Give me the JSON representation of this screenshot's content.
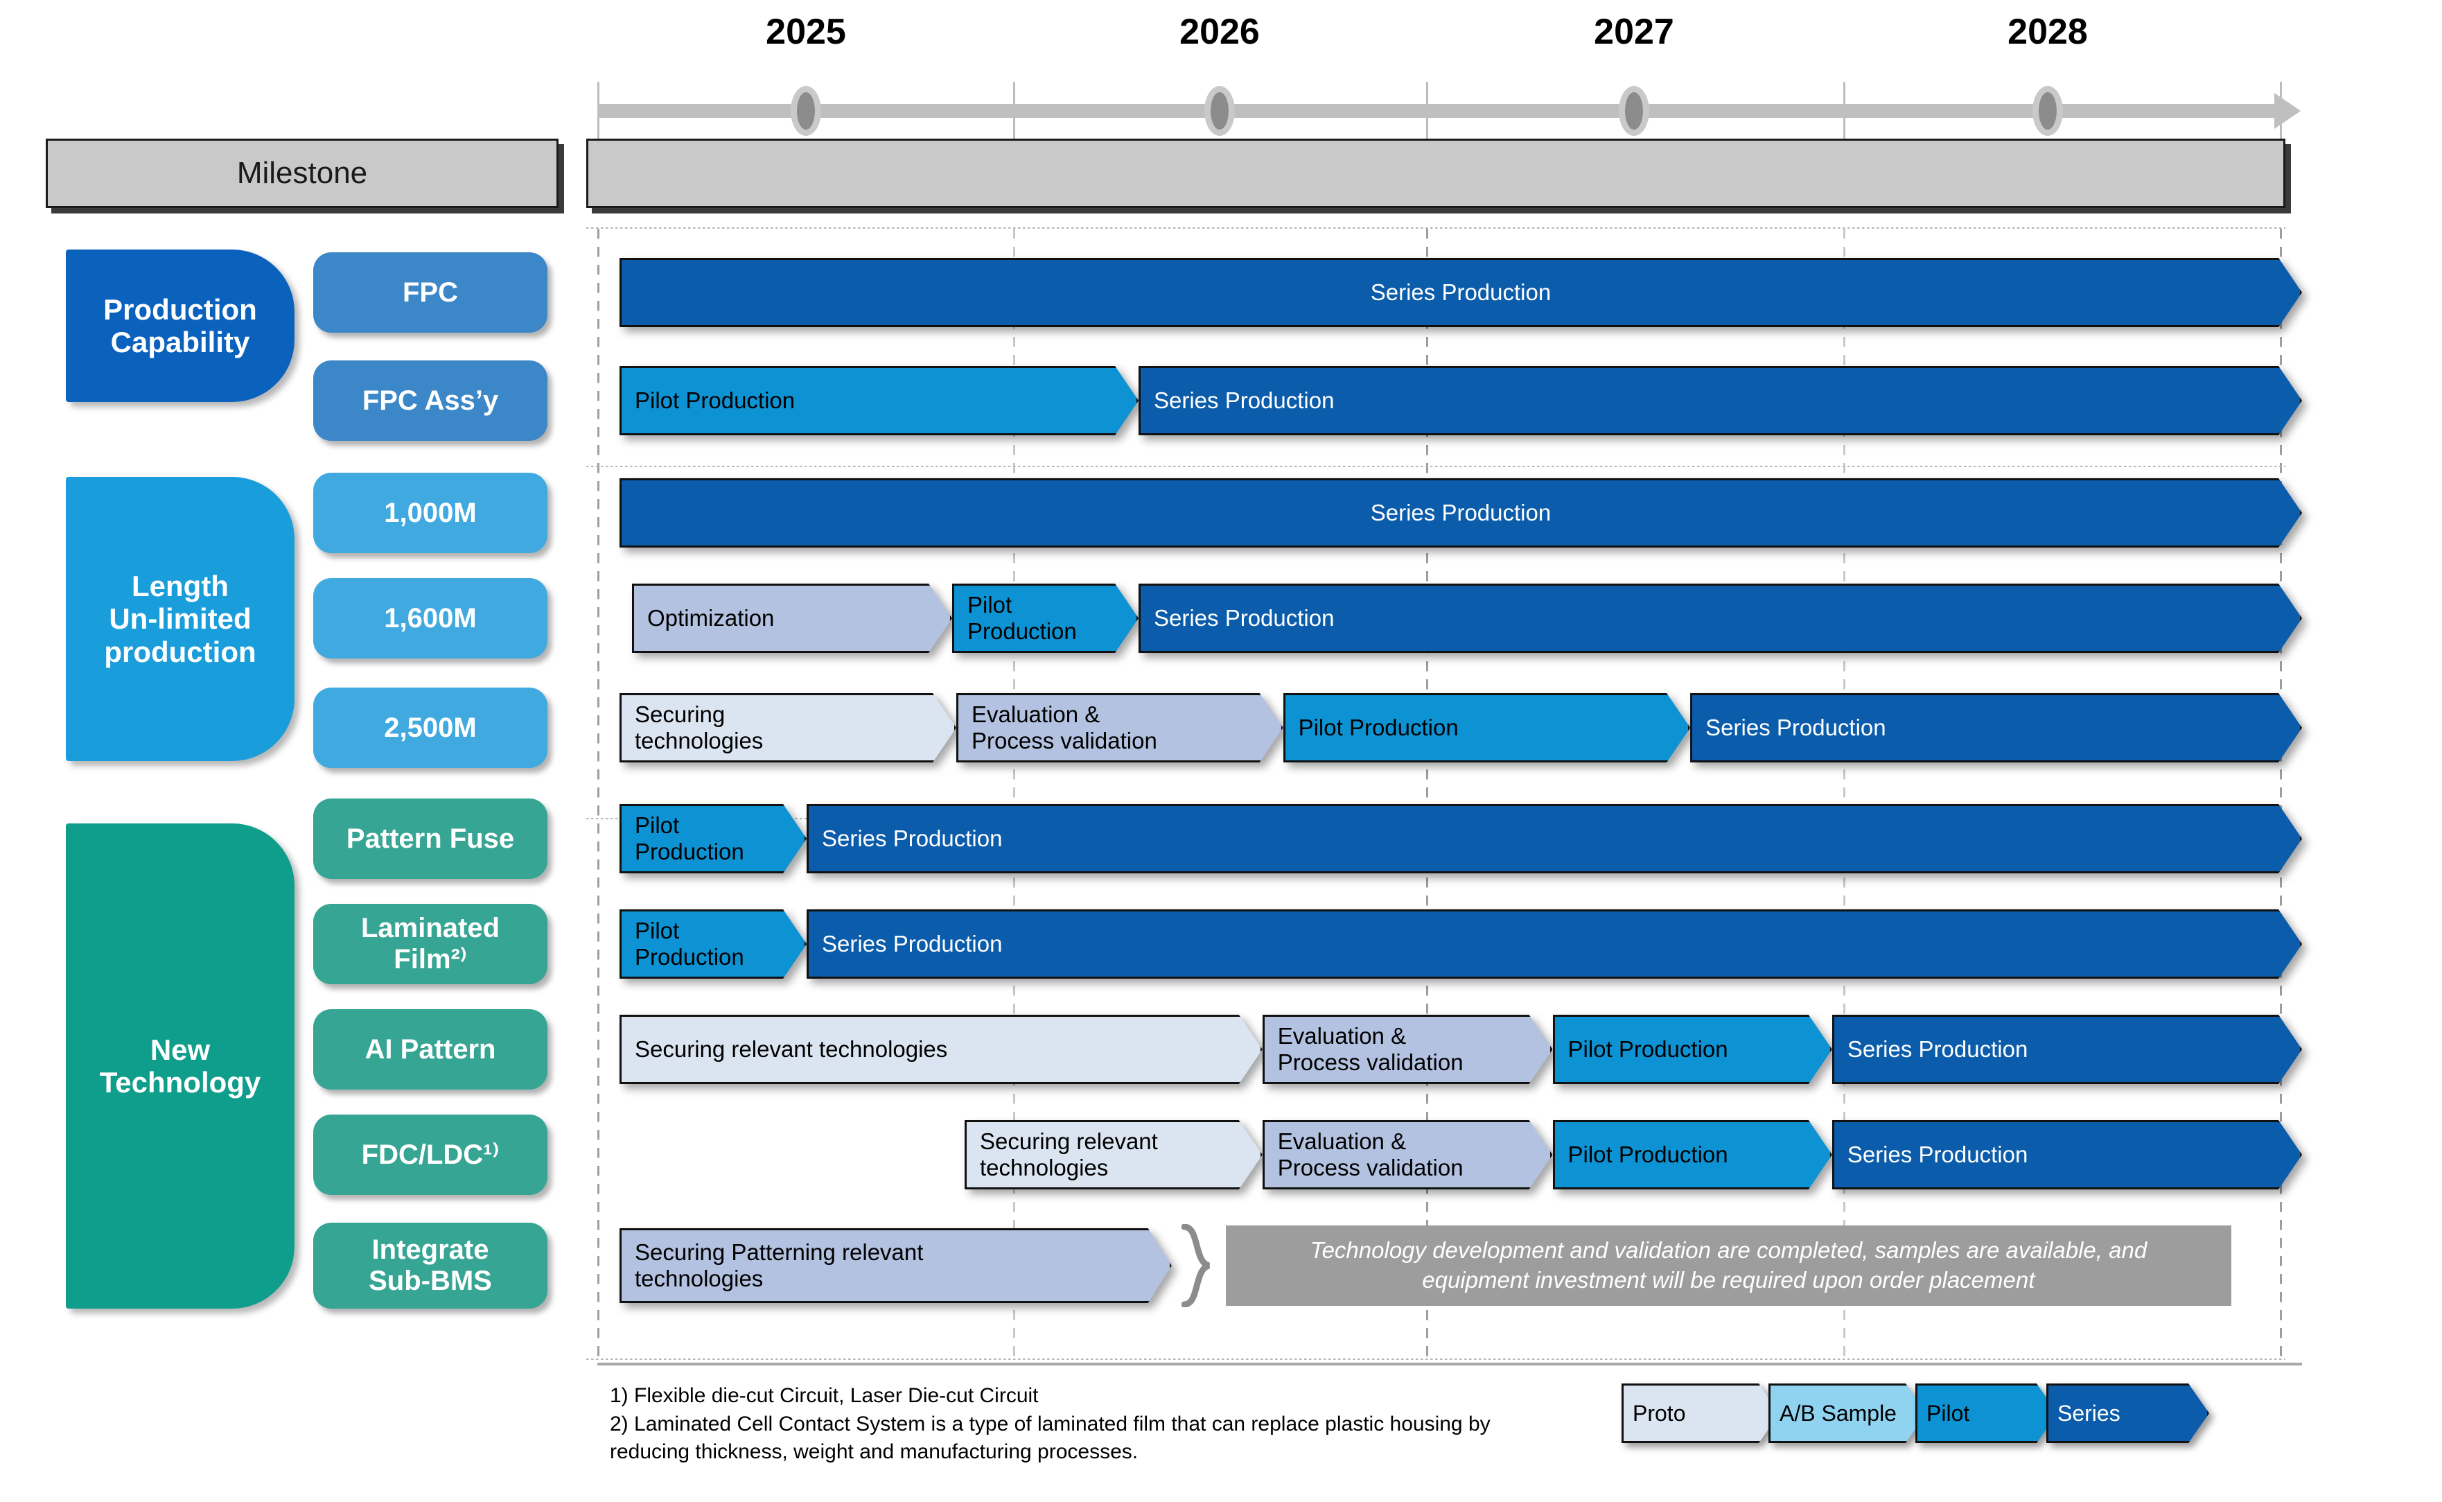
{
  "timeline": {
    "years": [
      "2025",
      "2026",
      "2027",
      "2028"
    ],
    "milestone_label": "Milestone"
  },
  "legend": {
    "items": [
      {
        "label": "Proto",
        "color": "#dbe5f1",
        "text_color": "#000000"
      },
      {
        "label": "A/B Sample",
        "color": "#8fd3f0",
        "text_color": "#000000"
      },
      {
        "label": "Pilot",
        "color": "#0d93d4",
        "text_color": "#000000"
      },
      {
        "label": "Series",
        "color": "#0b5cab",
        "text_color": "#ffffff"
      }
    ]
  },
  "palette": {
    "production_capability": "#0b62bd",
    "length_unlimited": "#1a9ddb",
    "new_technology": "#0f9e8b",
    "sub_production": "#3c87c8",
    "sub_length": "#3fa9e0",
    "sub_newtech": "#36a594",
    "proto": "#dbe5f1",
    "ab_sample": "#b3c2e0",
    "pilot": "#0d93d4",
    "series": "#0b5cab",
    "note_grey": "#9d9d9d"
  },
  "groups": [
    {
      "name": "Production Capability",
      "color_key": "production_capability",
      "rows": [
        {
          "label": "FPC",
          "phases": [
            {
              "text": "Series Production",
              "kind": "series",
              "start": 2024.75,
              "end": 2028.92,
              "align": "center",
              "color": "#0b5cab",
              "text_color": "#ffffff"
            }
          ]
        },
        {
          "label": "FPC Ass’y",
          "phases": [
            {
              "text": "Pilot Production",
              "kind": "pilot",
              "start": 2024.75,
              "end": 2026.0,
              "align": "left",
              "color": "#0d93d4",
              "text_color": "#000000"
            },
            {
              "text": "Series Production",
              "kind": "series",
              "start": 2026.0,
              "end": 2028.92,
              "align": "left",
              "color": "#0b5cab",
              "text_color": "#ffffff"
            }
          ]
        }
      ]
    },
    {
      "name": "Length\nUn-limited\nproduction",
      "color_key": "length_unlimited",
      "rows": [
        {
          "label": "1,000M",
          "phases": [
            {
              "text": "Series Production",
              "kind": "series",
              "start": 2024.75,
              "end": 2028.92,
              "align": "center",
              "color": "#0b5cab",
              "text_color": "#ffffff"
            }
          ]
        },
        {
          "label": "1,600M",
          "phases": [
            {
              "text": "Optimization",
              "kind": "proto",
              "start": 2024.78,
              "end": 2025.55,
              "align": "left",
              "color": "#b3c2e0",
              "text_color": "#000000"
            },
            {
              "text": "Pilot\nProduction",
              "kind": "pilot",
              "start": 2025.55,
              "end": 2026.0,
              "align": "left",
              "color": "#0d93d4",
              "text_color": "#000000"
            },
            {
              "text": "Series Production",
              "kind": "series",
              "start": 2026.0,
              "end": 2028.92,
              "align": "left",
              "color": "#0b5cab",
              "text_color": "#ffffff"
            }
          ]
        },
        {
          "label": "2,500M",
          "phases": [
            {
              "text": "Securing\ntechnologies",
              "kind": "proto",
              "start": 2024.75,
              "end": 2025.56,
              "align": "left",
              "color": "#dbe5f1",
              "text_color": "#000000"
            },
            {
              "text": "Evaluation &\nProcess validation",
              "kind": "ab",
              "start": 2025.56,
              "end": 2026.35,
              "align": "left",
              "color": "#b3c2e0",
              "text_color": "#000000"
            },
            {
              "text": "Pilot Production",
              "kind": "pilot",
              "start": 2026.35,
              "end": 2027.33,
              "align": "left",
              "color": "#0d93d4",
              "text_color": "#000000"
            },
            {
              "text": "Series Production",
              "kind": "series",
              "start": 2027.33,
              "end": 2028.92,
              "align": "left",
              "color": "#0b5cab",
              "text_color": "#ffffff"
            }
          ]
        }
      ]
    },
    {
      "name": "New\nTechnology",
      "color_key": "new_technology",
      "rows": [
        {
          "label": "Pattern Fuse",
          "phases": [
            {
              "text": "Pilot\nProduction",
              "kind": "pilot",
              "start": 2024.75,
              "end": 2025.2,
              "align": "left",
              "color": "#0d93d4",
              "text_color": "#000000"
            },
            {
              "text": "Series Production",
              "kind": "series",
              "start": 2025.2,
              "end": 2028.92,
              "align": "left",
              "color": "#0b5cab",
              "text_color": "#ffffff"
            }
          ]
        },
        {
          "label": "Laminated\nFilm²⁾",
          "phases": [
            {
              "text": "Pilot\nProduction",
              "kind": "pilot",
              "start": 2024.75,
              "end": 2025.2,
              "align": "left",
              "color": "#0d93d4",
              "text_color": "#000000"
            },
            {
              "text": "Series Production",
              "kind": "series",
              "start": 2025.2,
              "end": 2028.92,
              "align": "left",
              "color": "#0b5cab",
              "text_color": "#ffffff"
            }
          ]
        },
        {
          "label": "AI Pattern",
          "phases": [
            {
              "text": "Securing relevant technologies",
              "kind": "proto",
              "start": 2024.75,
              "end": 2026.3,
              "align": "left",
              "color": "#dbe5f1",
              "text_color": "#000000"
            },
            {
              "text": "Evaluation &\nProcess validation",
              "kind": "ab",
              "start": 2026.3,
              "end": 2027.0,
              "align": "left",
              "color": "#b3c2e0",
              "text_color": "#000000"
            },
            {
              "text": "Pilot Production",
              "kind": "pilot",
              "start": 2027.0,
              "end": 2027.67,
              "align": "left",
              "color": "#0d93d4",
              "text_color": "#000000"
            },
            {
              "text": "Series Production",
              "kind": "series",
              "start": 2027.67,
              "end": 2028.92,
              "align": "left",
              "color": "#0b5cab",
              "text_color": "#ffffff"
            }
          ]
        },
        {
          "label": "FDC/LDC¹⁾",
          "phases": [
            {
              "text": "Securing relevant\ntechnologies",
              "kind": "proto",
              "start": 2025.58,
              "end": 2026.3,
              "align": "left",
              "color": "#dbe5f1",
              "text_color": "#000000"
            },
            {
              "text": "Evaluation &\nProcess validation",
              "kind": "ab",
              "start": 2026.3,
              "end": 2027.0,
              "align": "left",
              "color": "#b3c2e0",
              "text_color": "#000000"
            },
            {
              "text": "Pilot Production",
              "kind": "pilot",
              "start": 2027.0,
              "end": 2027.67,
              "align": "left",
              "color": "#0d93d4",
              "text_color": "#000000"
            },
            {
              "text": "Series Production",
              "kind": "series",
              "start": 2027.67,
              "end": 2028.92,
              "align": "left",
              "color": "#0b5cab",
              "text_color": "#ffffff"
            }
          ]
        },
        {
          "label": "Integrate\nSub-BMS",
          "phases": [
            {
              "text": "Securing Patterning relevant\ntechnologies",
              "kind": "ab",
              "start": 2024.75,
              "end": 2026.08,
              "align": "left",
              "color": "#b3c2e0",
              "text_color": "#000000"
            }
          ],
          "note": "Technology development and validation are completed, samples are available, and\nequipment investment will be required upon order placement"
        }
      ]
    }
  ],
  "footnotes": "1) Flexible die-cut Circuit, Laser Die-cut Circuit\n2) Laminated Cell Contact System is a type of laminated film that can replace plastic housing by\nreducing thickness, weight and manufacturing processes."
}
